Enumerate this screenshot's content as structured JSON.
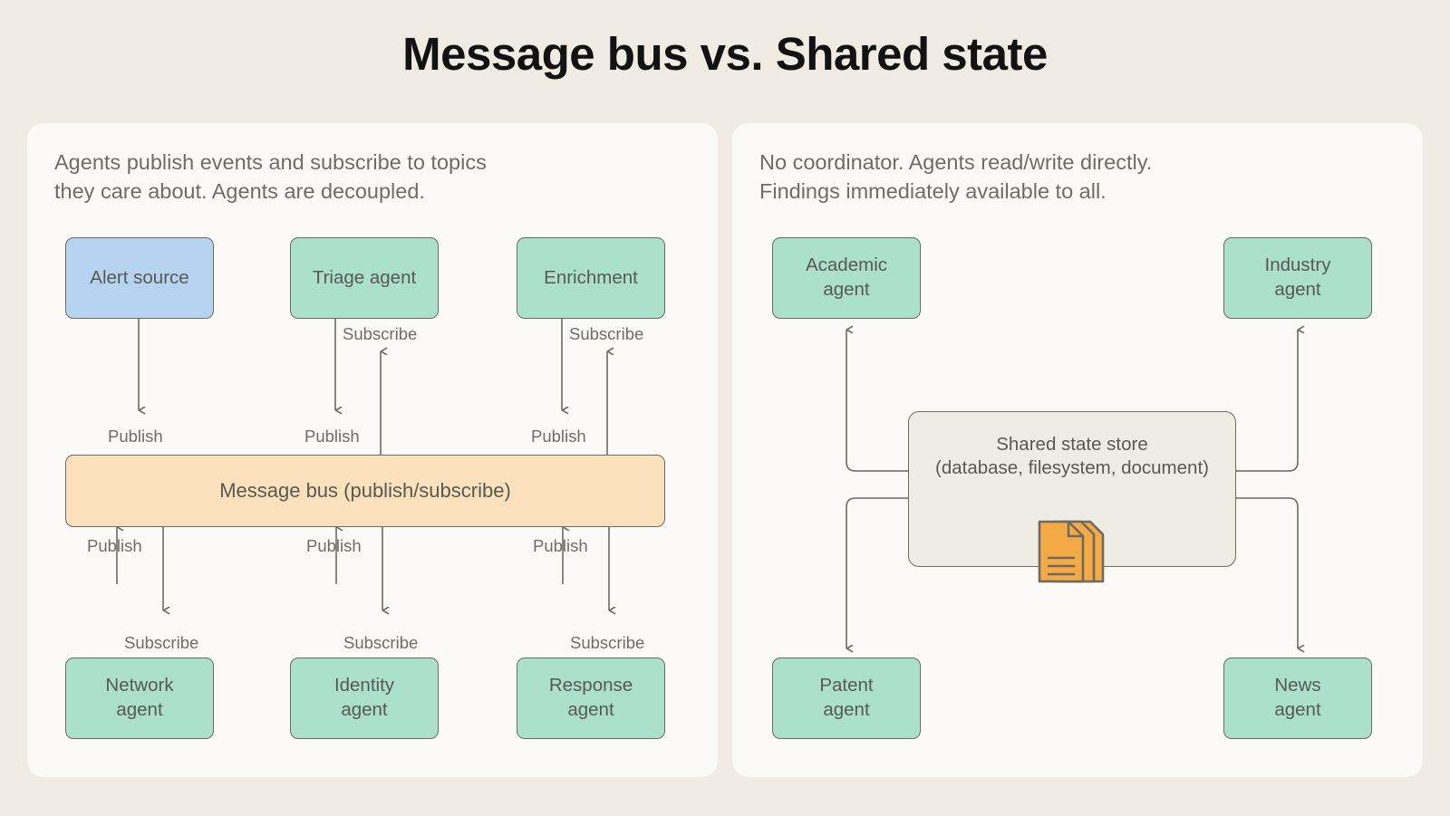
{
  "title": "Message bus vs. Shared state",
  "colors": {
    "page_background": "#f0ece4",
    "panel_background": "#fbfaf6",
    "agent_green": "#abe0cb",
    "source_blue": "#b6d4f0",
    "bus_orange": "#fae1bc",
    "store_grey": "#efece4",
    "stroke": "#6b6b63",
    "text": "#595953",
    "muted_text": "#6d6d67",
    "doc_icon_orange": "#f5ab45"
  },
  "left_panel": {
    "description": "Agents publish events and subscribe to topics\nthey care about. Agents are decoupled.",
    "top_nodes": [
      {
        "label": "Alert source",
        "color": "blue"
      },
      {
        "label": "Triage agent",
        "color": "green"
      },
      {
        "label": "Enrichment",
        "color": "green"
      }
    ],
    "bus": {
      "label": "Message bus (publish/subscribe)",
      "color": "orange"
    },
    "bottom_nodes": [
      {
        "label": "Network\nagent",
        "color": "green"
      },
      {
        "label": "Identity\nagent",
        "color": "green"
      },
      {
        "label": "Response\nagent",
        "color": "green"
      }
    ],
    "edge_labels": {
      "publish": "Publish",
      "subscribe": "Subscribe"
    },
    "top_edges": [
      {
        "node": "Alert source",
        "publish": "Publish",
        "subscribe": null
      },
      {
        "node": "Triage agent",
        "publish": "Publish",
        "subscribe": "Subscribe"
      },
      {
        "node": "Enrichment",
        "publish": "Publish",
        "subscribe": "Subscribe"
      }
    ],
    "bottom_edges": [
      {
        "node": "Network agent",
        "publish": "Publish",
        "subscribe": "Subscribe"
      },
      {
        "node": "Identity agent",
        "publish": "Publish",
        "subscribe": "Subscribe"
      },
      {
        "node": "Response agent",
        "publish": "Publish",
        "subscribe": "Subscribe"
      }
    ]
  },
  "right_panel": {
    "description": "No coordinator. Agents read/write directly.\nFindings immediately available to all.",
    "store": {
      "line1": "Shared state store",
      "line2": "(database, filesystem, document)",
      "icon": "document-stack-icon"
    },
    "nodes": [
      {
        "label": "Academic\nagent",
        "color": "green",
        "position": "top-left"
      },
      {
        "label": "Industry\nagent",
        "color": "green",
        "position": "top-right"
      },
      {
        "label": "Patent\nagent",
        "color": "green",
        "position": "bottom-left"
      },
      {
        "label": "News\nagent",
        "color": "green",
        "position": "bottom-right"
      }
    ]
  }
}
